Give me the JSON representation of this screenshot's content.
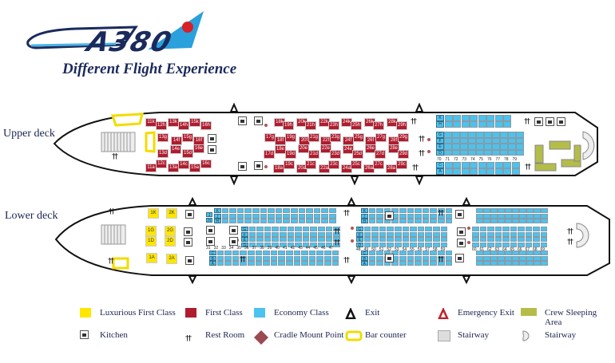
{
  "header": {
    "logo_text": "A380",
    "tagline": "Different Flight Experience"
  },
  "decks": {
    "upper_label": "Upper deck",
    "lower_label": "Lower deck"
  },
  "colors": {
    "luxurious_first": "#ffe600",
    "first": "#b01c2e",
    "economy": "#4bc3ef",
    "crew": "#b5bd4a",
    "bar": "#ffe600"
  },
  "upper_first_seats": [
    "11k",
    "12h",
    "13k",
    "14h",
    "15k",
    "16h",
    "13g",
    "14f",
    "15g",
    "16f",
    "13d",
    "14e",
    "15d",
    "16e",
    "11a",
    "12c",
    "13a",
    "14c",
    "15a",
    "16c",
    "18k",
    "19h",
    "20k",
    "21h",
    "22k",
    "23h",
    "24k",
    "25h",
    "26k",
    "27h",
    "28k",
    "29h",
    "17g",
    "18f",
    "19g",
    "20f",
    "21g",
    "22f",
    "23g",
    "24f",
    "25g",
    "26f",
    "27g",
    "28f",
    "29g",
    "17d",
    "18e",
    "19d",
    "20e",
    "21d",
    "22e",
    "23d",
    "24e",
    "25d",
    "26e",
    "27d",
    "28e",
    "29d",
    "18a",
    "19c",
    "20a",
    "21c",
    "22a",
    "23c",
    "24a",
    "25c",
    "26a",
    "27c",
    "28a",
    "29c"
  ],
  "lower_lux_seats": [
    "1K",
    "2K",
    "1G",
    "2G",
    "1D",
    "2D",
    "1A",
    "2A"
  ],
  "upper_economy_rows": [
    "70",
    "71",
    "72",
    "73",
    "74",
    "75",
    "76",
    "77",
    "78",
    "79"
  ],
  "upper_economy_letters": {
    "top": [
      "K",
      "H"
    ],
    "middle": [
      "G",
      "F",
      "E",
      "D"
    ],
    "bottom": [
      "C",
      "A"
    ]
  },
  "lower_economy_rows": {
    "front": [
      "31",
      "32",
      "33",
      "34",
      "35",
      "36",
      "37",
      "38",
      "39",
      "40",
      "41",
      "42",
      "43",
      "44",
      "45",
      "46",
      "47"
    ],
    "middle": [
      "48",
      "49",
      "50",
      "51",
      "52",
      "53",
      "54",
      "55",
      "56",
      "57",
      "58",
      "59"
    ],
    "rear": [
      "60",
      "61",
      "62",
      "63",
      "64",
      "65",
      "66",
      "67",
      "68",
      "69"
    ]
  },
  "lower_economy_letters": {
    "top": [
      "K",
      "J",
      "H"
    ],
    "middle": [
      "G",
      "F",
      "E",
      "D"
    ],
    "bottom": [
      "C",
      "B",
      "A"
    ]
  },
  "legend": [
    {
      "label": "Luxurious First Class",
      "icon": "yellow-square"
    },
    {
      "label": "First Class",
      "icon": "red-square"
    },
    {
      "label": "Economy Class",
      "icon": "blue-square"
    },
    {
      "label": "Exit",
      "icon": "black-triangle"
    },
    {
      "label": "Emergency Exit",
      "icon": "red-triangle"
    },
    {
      "label": "Crew  Sleeping Area",
      "icon": "olive-rect"
    },
    {
      "label": "Kitchen",
      "icon": "kitchen-icon"
    },
    {
      "label": "Rest Room",
      "icon": "restroom-icon"
    },
    {
      "label": "Cradle Mount Point",
      "icon": "cradle-diamond"
    },
    {
      "label": "Bar counter",
      "icon": "bar-counter"
    },
    {
      "label": "Stairway",
      "icon": "straight-stair"
    },
    {
      "label": "Stairway",
      "icon": "spiral-stair"
    }
  ]
}
